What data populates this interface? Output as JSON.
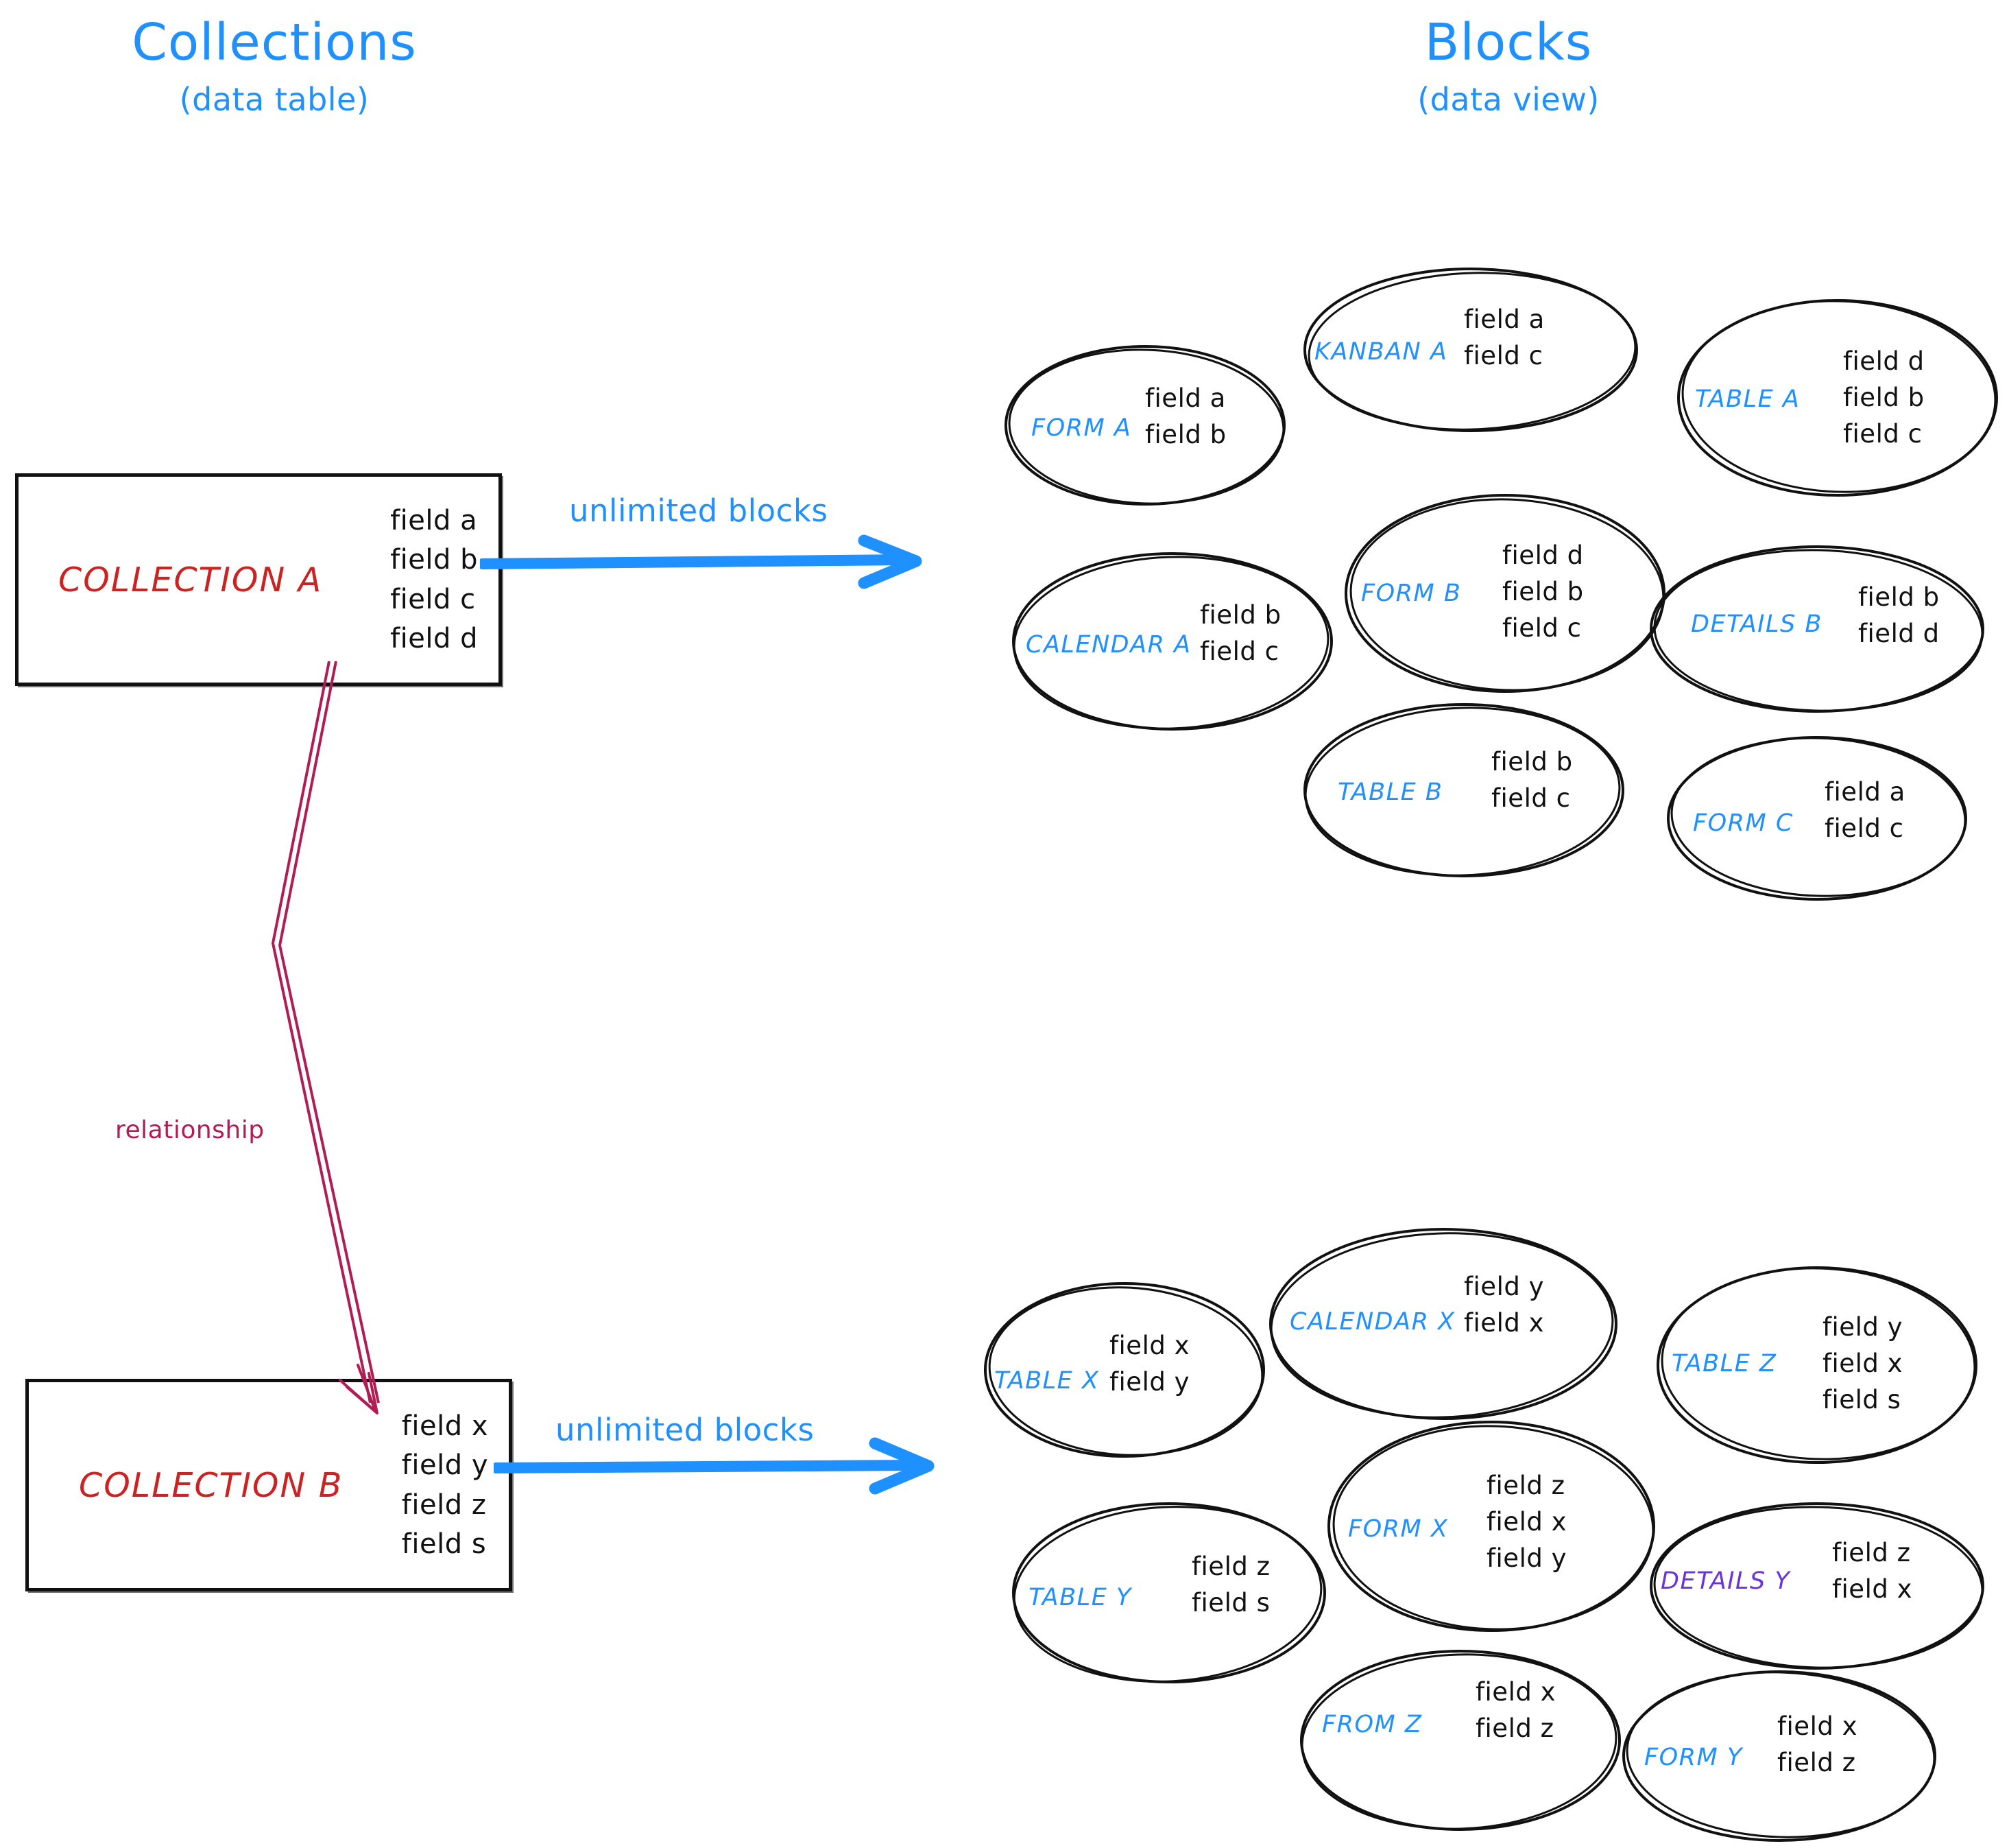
{
  "headers": {
    "left": {
      "title": "Collections",
      "subtitle": "(data table)"
    },
    "right": {
      "title": "Blocks",
      "subtitle": "(data view)"
    }
  },
  "colors": {
    "accent_blue": "#1E90FF",
    "collection_red": "#CC2222",
    "relationship_crimson": "#B01C53",
    "details_purple": "#6A33DD",
    "ink_black": "#111111"
  },
  "collections": [
    {
      "name": "COLLECTION A",
      "fields": [
        "field a",
        "field b",
        "field c",
        "field d"
      ]
    },
    {
      "name": "COLLECTION B",
      "fields": [
        "field x",
        "field y",
        "field z",
        "field s"
      ]
    }
  ],
  "arrows": {
    "top_label": "unlimited blocks",
    "bottom_label": "unlimited blocks"
  },
  "relationship": {
    "label": "relationship"
  },
  "blocks_top": [
    {
      "name": "FORM A",
      "fields": [
        "field a",
        "field b"
      ]
    },
    {
      "name": "KANBAN A",
      "fields": [
        "field a",
        "field c"
      ]
    },
    {
      "name": "TABLE A",
      "fields": [
        "field d",
        "field b",
        "field c"
      ]
    },
    {
      "name": "CALENDAR A",
      "fields": [
        "field b",
        "field c"
      ]
    },
    {
      "name": "FORM B",
      "fields": [
        "field d",
        "field b",
        "field c"
      ]
    },
    {
      "name": "DETAILS B",
      "fields": [
        "field b",
        "field d"
      ]
    },
    {
      "name": "TABLE B",
      "fields": [
        "field b",
        "field c"
      ]
    },
    {
      "name": "FORM C",
      "fields": [
        "field a",
        "field c"
      ]
    }
  ],
  "blocks_bottom": [
    {
      "name": "TABLE X",
      "fields": [
        "field x",
        "field y"
      ]
    },
    {
      "name": "CALENDAR X",
      "fields": [
        "field y",
        "field x"
      ]
    },
    {
      "name": "TABLE Z",
      "fields": [
        "field y",
        "field x",
        "field s"
      ]
    },
    {
      "name": "TABLE Y",
      "fields": [
        "field z",
        "field s"
      ]
    },
    {
      "name": "FORM X",
      "fields": [
        "field z",
        "field x",
        "field y"
      ]
    },
    {
      "name": "DETAILS Y",
      "fields": [
        "field z",
        "field x"
      ]
    },
    {
      "name": "FROM Z",
      "fields": [
        "field x",
        "field z"
      ]
    },
    {
      "name": "FORM Y",
      "fields": [
        "field x",
        "field z"
      ]
    }
  ]
}
